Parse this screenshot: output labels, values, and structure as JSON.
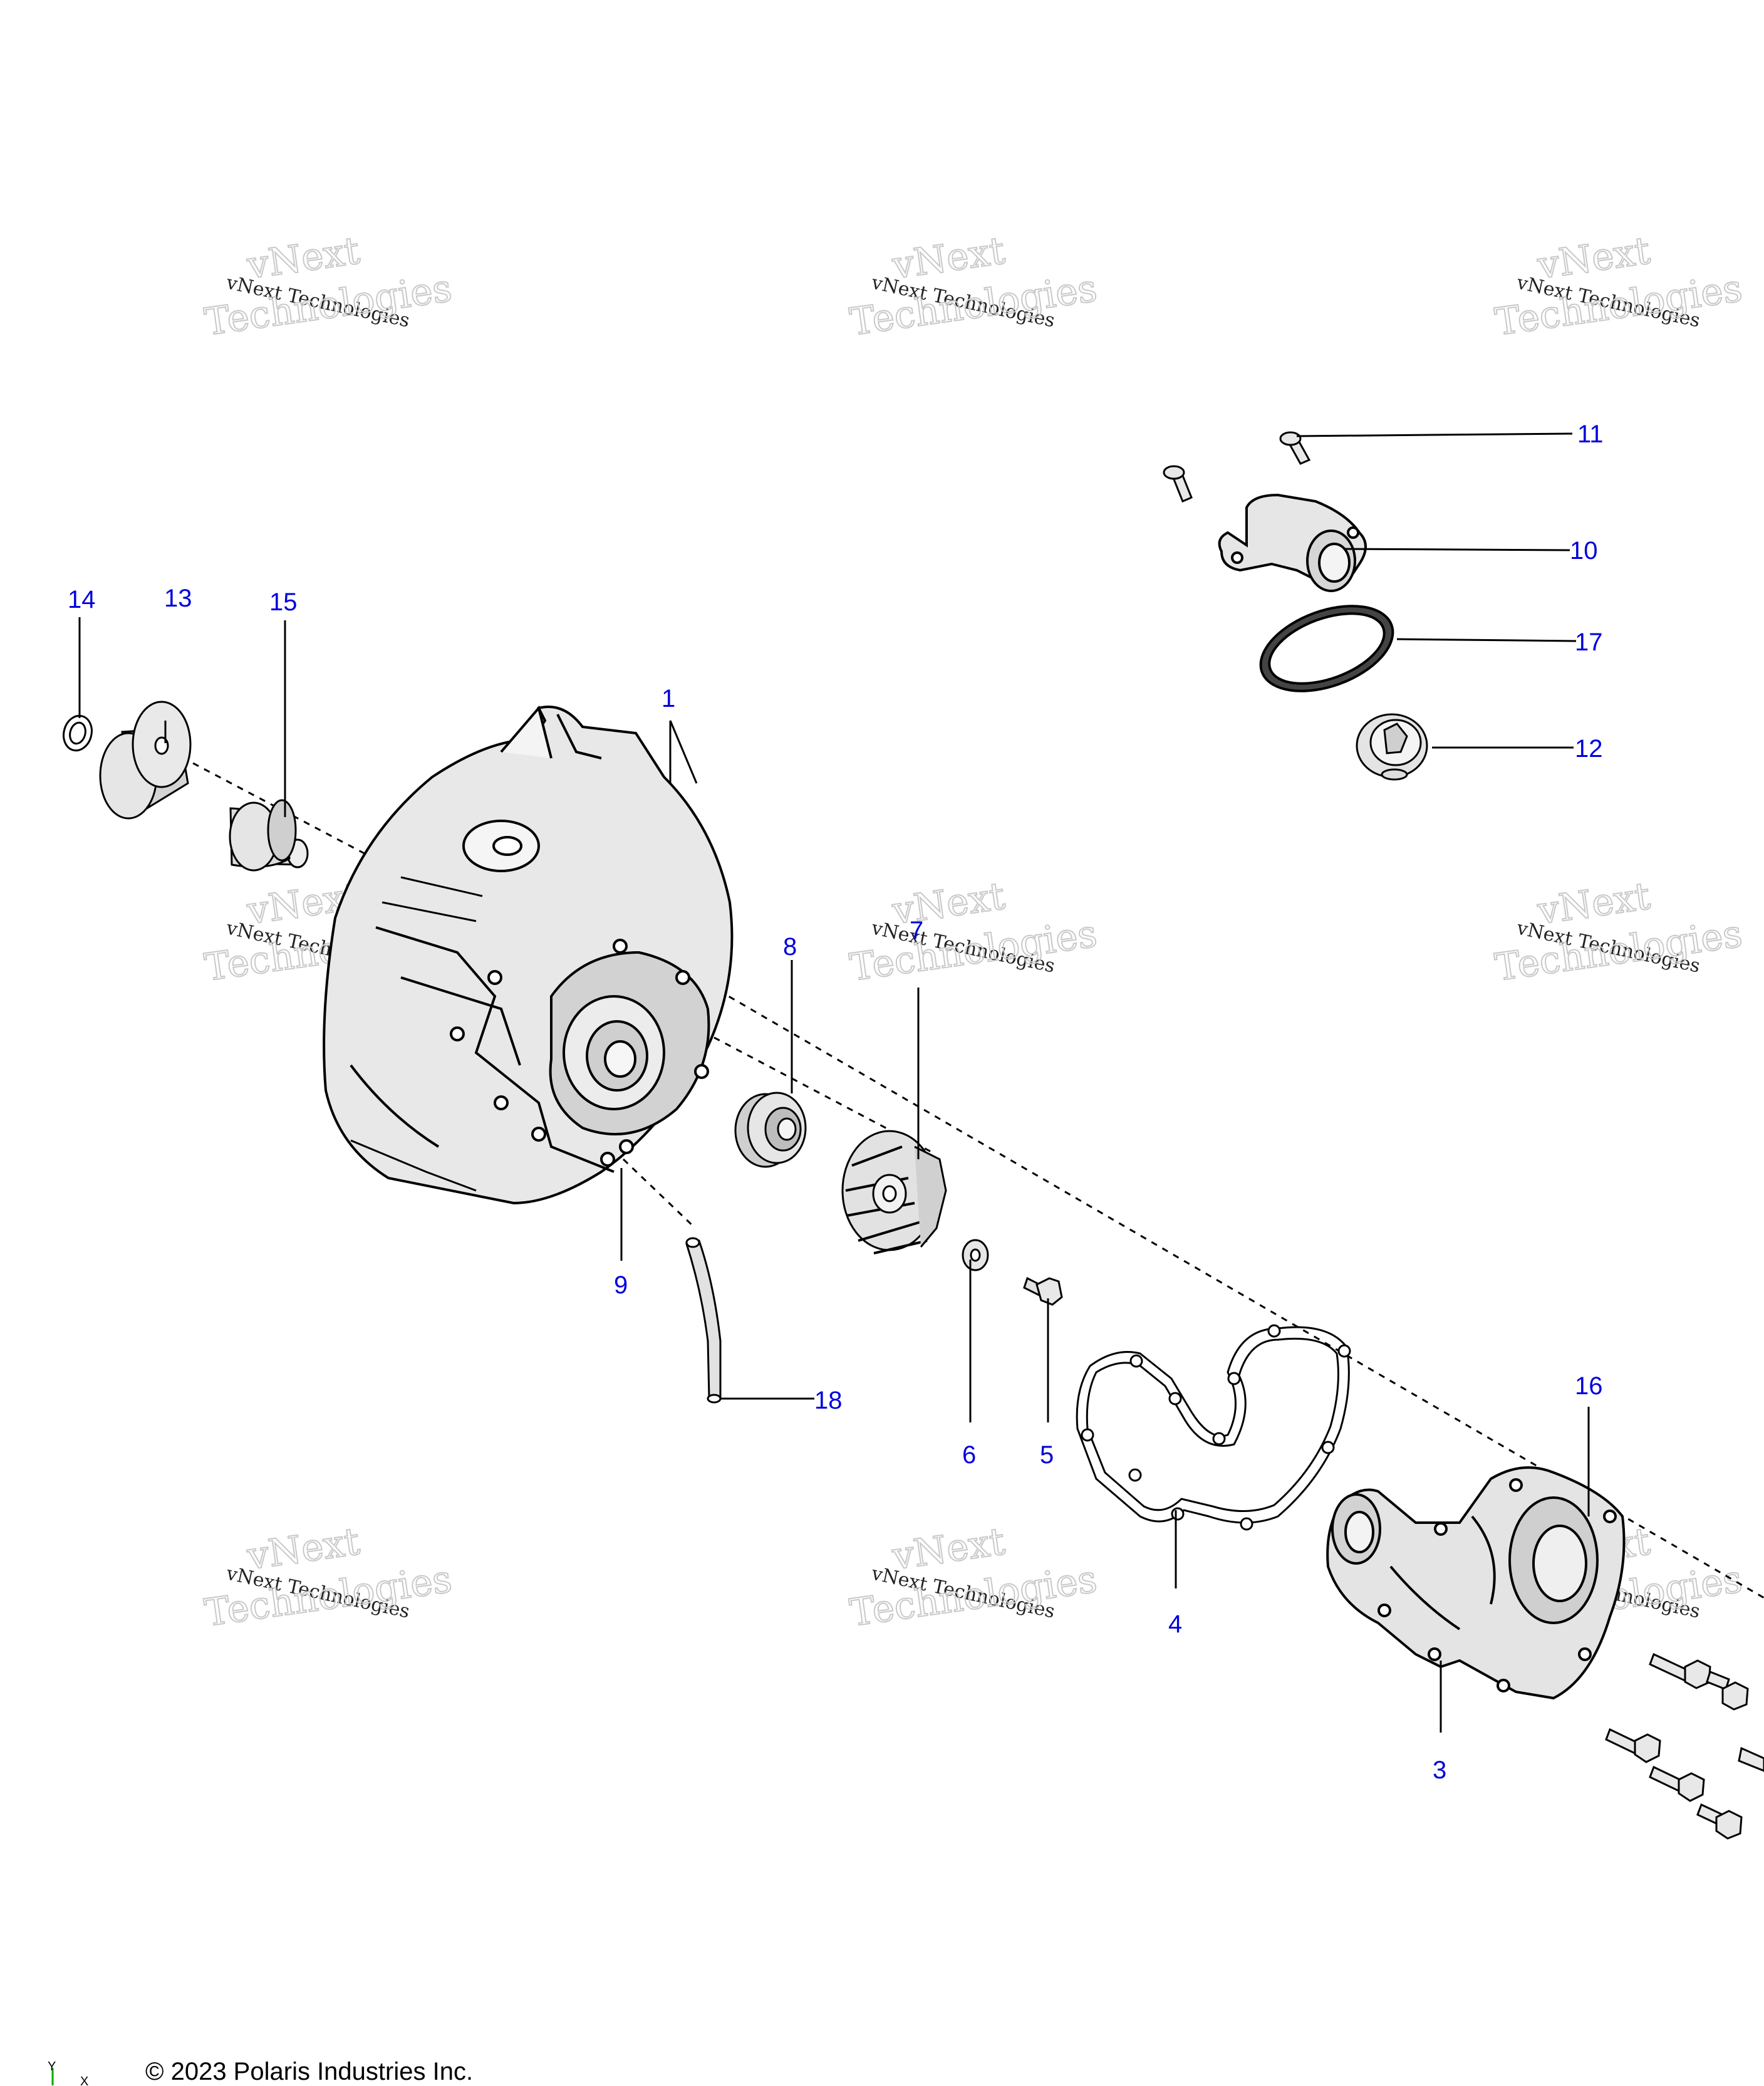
{
  "diagram": {
    "callout_color": "#0000dd",
    "line_color": "#000000",
    "part_fill": "#e6e6e6",
    "part_shade": "#c8c8c8",
    "callouts": [
      {
        "id": "1",
        "label": "1"
      },
      {
        "id": "3",
        "label": "3"
      },
      {
        "id": "4",
        "label": "4"
      },
      {
        "id": "5",
        "label": "5"
      },
      {
        "id": "6",
        "label": "6"
      },
      {
        "id": "7",
        "label": "7"
      },
      {
        "id": "8",
        "label": "8"
      },
      {
        "id": "9",
        "label": "9"
      },
      {
        "id": "10",
        "label": "10"
      },
      {
        "id": "11",
        "label": "11"
      },
      {
        "id": "12",
        "label": "12"
      },
      {
        "id": "13",
        "label": "13"
      },
      {
        "id": "14",
        "label": "14"
      },
      {
        "id": "15",
        "label": "15"
      },
      {
        "id": "16",
        "label": "16"
      },
      {
        "id": "17",
        "label": "17"
      },
      {
        "id": "18",
        "label": "18"
      }
    ],
    "watermark": {
      "line1": "vNext Technologies",
      "line2": "vNext",
      "line3": "Technologies"
    },
    "axis_triad": {
      "y": "Y",
      "x": "X"
    }
  },
  "footer": {
    "copyright": "© 2023 Polaris Industries Inc."
  }
}
